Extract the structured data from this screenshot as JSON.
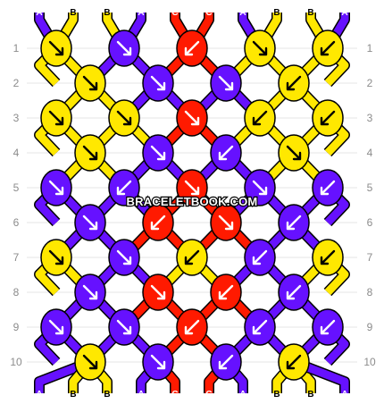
{
  "pattern": {
    "string_colors": {
      "A": "#6611ff",
      "B": "#ffe800",
      "C": "#ff1a00"
    },
    "string_labels_top": [
      "A",
      "B",
      "B",
      "A",
      "C",
      "C",
      "A",
      "B",
      "B",
      "A"
    ],
    "string_labels_bottom": [
      "A",
      "B",
      "B",
      "A",
      "C",
      "C",
      "A",
      "B",
      "B",
      "A"
    ],
    "row_labels": [
      "1",
      "2",
      "3",
      "4",
      "5",
      "6",
      "7",
      "8",
      "9",
      "10"
    ],
    "knots": [
      [
        {
          "c": "B",
          "d": "fb"
        },
        {
          "c": "A",
          "d": "f"
        },
        {
          "c": "C",
          "d": "bf"
        },
        {
          "c": "B",
          "d": "fb"
        },
        {
          "c": "B",
          "d": "bf"
        }
      ],
      [
        {
          "c": "B",
          "d": "fb"
        },
        {
          "c": "A",
          "d": "f"
        },
        {
          "c": "A",
          "d": "f"
        },
        {
          "c": "B",
          "d": "bf"
        }
      ],
      [
        {
          "c": "B",
          "d": "fb"
        },
        {
          "c": "B",
          "d": "fb"
        },
        {
          "c": "C",
          "d": "fb"
        },
        {
          "c": "B",
          "d": "bf"
        },
        {
          "c": "B",
          "d": "bf"
        }
      ],
      [
        {
          "c": "B",
          "d": "fb"
        },
        {
          "c": "A",
          "d": "f"
        },
        {
          "c": "A",
          "d": "b"
        },
        {
          "c": "B",
          "d": "f"
        }
      ],
      [
        {
          "c": "A",
          "d": "f"
        },
        {
          "c": "A",
          "d": "b"
        },
        {
          "c": "C",
          "d": "f"
        },
        {
          "c": "A",
          "d": "f"
        },
        {
          "c": "A",
          "d": "b"
        }
      ],
      [
        {
          "c": "A",
          "d": "f"
        },
        {
          "c": "C",
          "d": "b"
        },
        {
          "c": "C",
          "d": "f"
        },
        {
          "c": "A",
          "d": "b"
        }
      ],
      [
        {
          "c": "B",
          "d": "fb"
        },
        {
          "c": "A",
          "d": "f"
        },
        {
          "c": "B",
          "d": "bf"
        },
        {
          "c": "A",
          "d": "b"
        },
        {
          "c": "B",
          "d": "bf"
        }
      ],
      [
        {
          "c": "A",
          "d": "f"
        },
        {
          "c": "C",
          "d": "f"
        },
        {
          "c": "C",
          "d": "b"
        },
        {
          "c": "A",
          "d": "b"
        }
      ],
      [
        {
          "c": "A",
          "d": "f"
        },
        {
          "c": "A",
          "d": "f"
        },
        {
          "c": "C",
          "d": "bf"
        },
        {
          "c": "A",
          "d": "b"
        },
        {
          "c": "A",
          "d": "b"
        }
      ],
      [
        {
          "c": "B",
          "d": "f"
        },
        {
          "c": "A",
          "d": "f"
        },
        {
          "c": "A",
          "d": "b"
        },
        {
          "c": "B",
          "d": "b"
        }
      ]
    ]
  },
  "watermark": "BRACELETBOOK.COM"
}
